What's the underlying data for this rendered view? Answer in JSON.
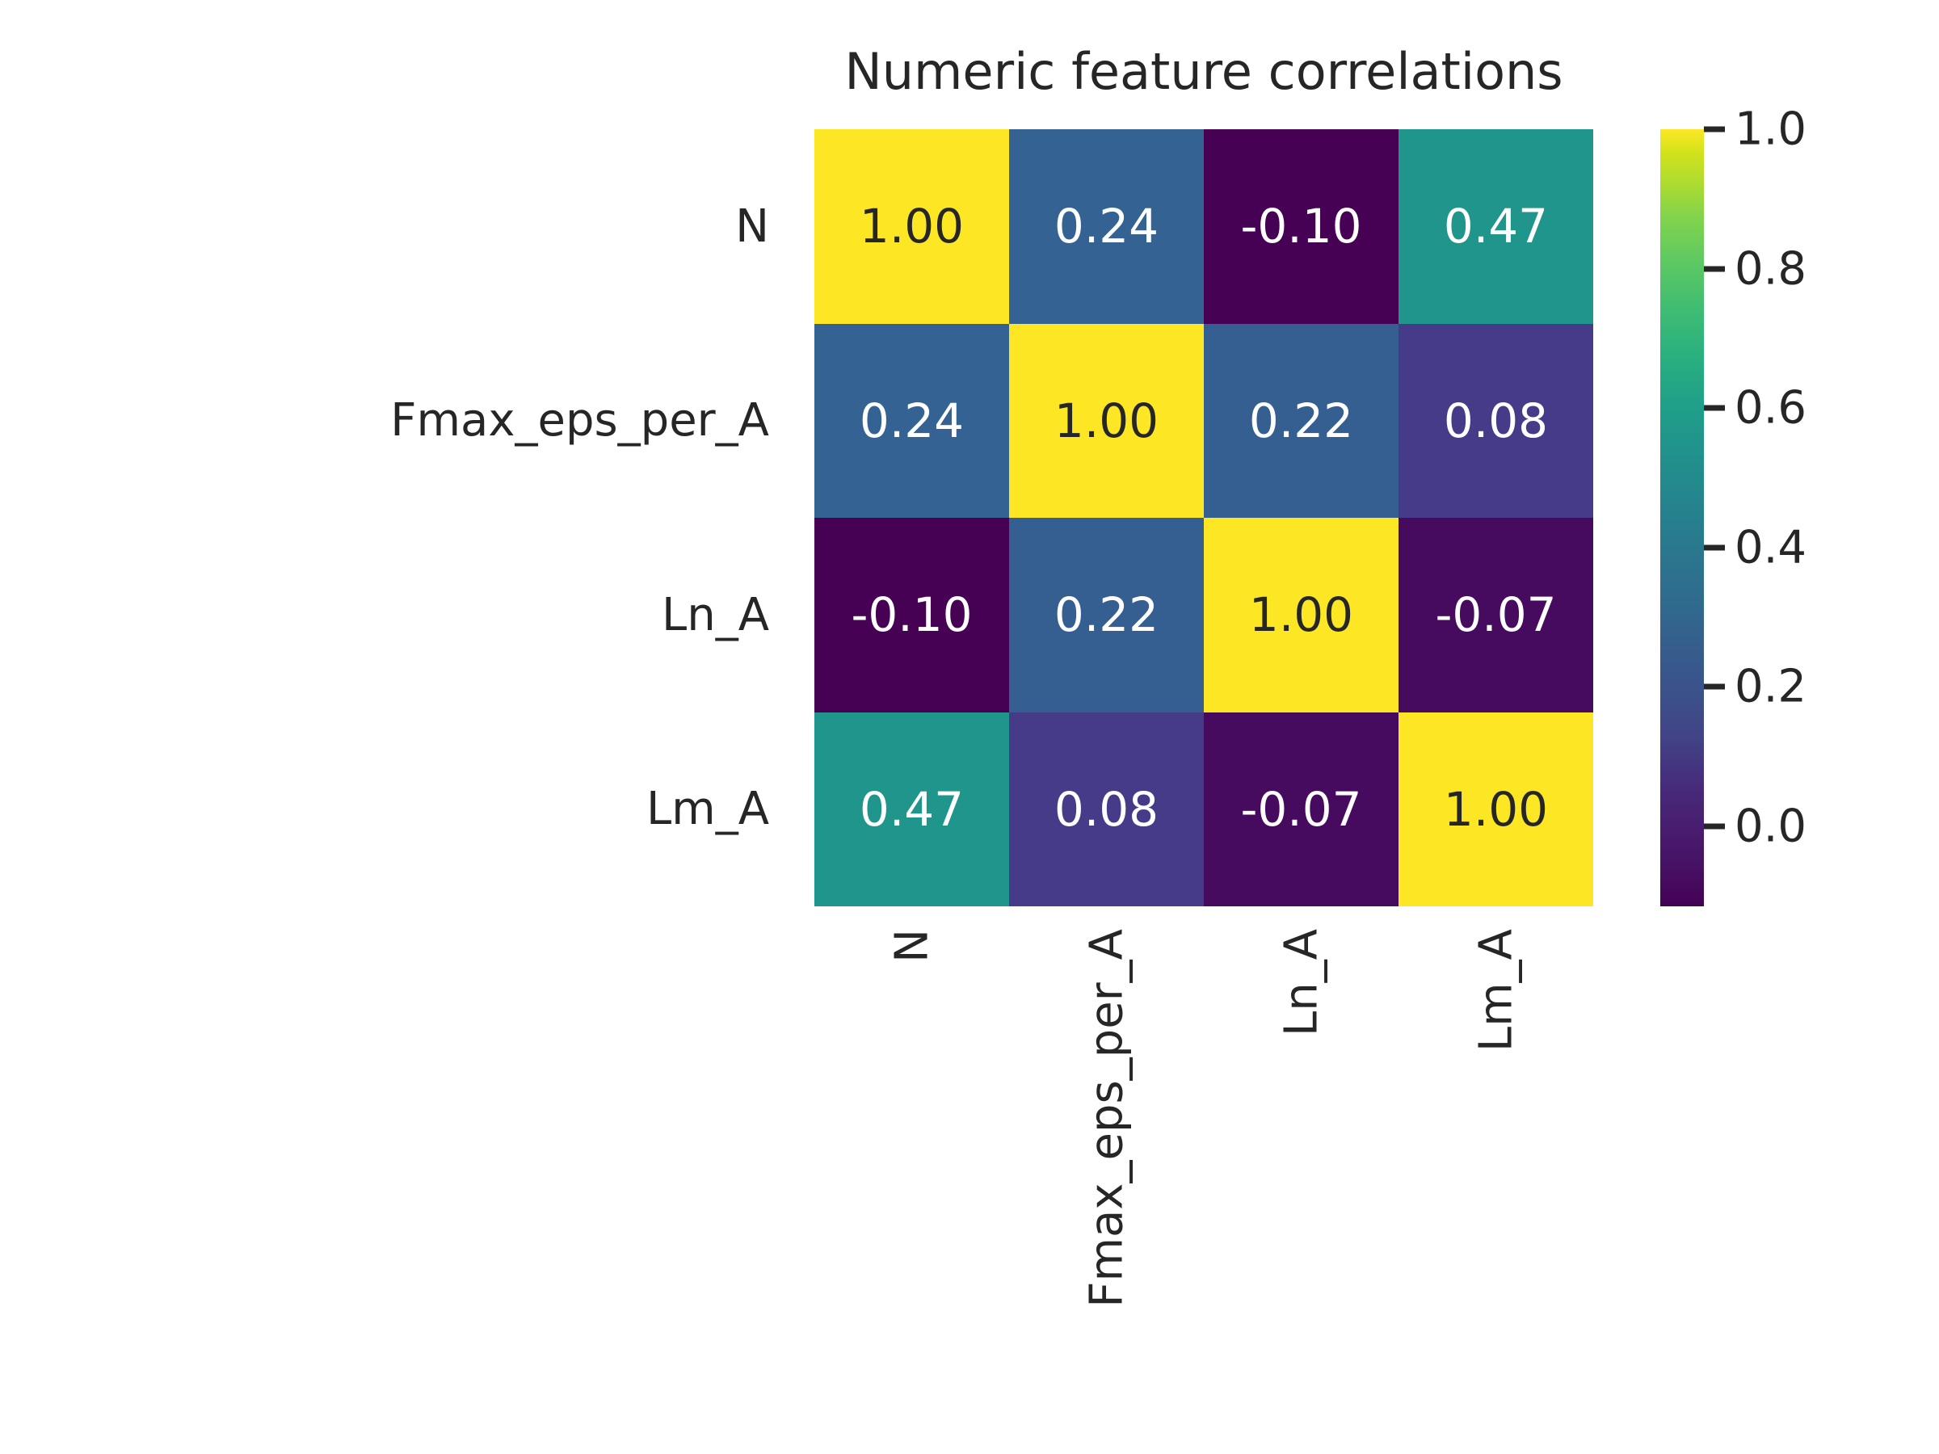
{
  "chart_data": {
    "type": "heatmap",
    "title": "Numeric feature correlations",
    "xlabel": "",
    "ylabel": "",
    "categories": [
      "N",
      "Fmax_eps_per_A",
      "Ln_A",
      "Lm_A"
    ],
    "x_tick_labels": [
      "N",
      "Fmax_eps_per_A",
      "Ln_A",
      "Lm_A"
    ],
    "y_tick_labels": [
      "N",
      "Fmax_eps_per_A",
      "Ln_A",
      "Lm_A"
    ],
    "x_tick_rotation": 90,
    "grid": false,
    "legend": "colorbar-right",
    "colormap": "viridis",
    "vmin": -0.1,
    "vmax": 1.0,
    "matrix": [
      [
        1.0,
        0.24,
        -0.1,
        0.47
      ],
      [
        0.24,
        1.0,
        0.22,
        0.08
      ],
      [
        -0.1,
        0.22,
        1.0,
        -0.07
      ],
      [
        0.47,
        0.08,
        -0.07,
        1.0
      ]
    ],
    "cells": [
      {
        "row": 0,
        "col": 0,
        "row_label": "N",
        "col_label": "N",
        "value": 1.0,
        "text": "1.00",
        "color": "#fde725",
        "text_color": "#262626"
      },
      {
        "row": 0,
        "col": 1,
        "row_label": "N",
        "col_label": "Fmax_eps_per_A",
        "value": 0.24,
        "text": "0.24",
        "color": "#346292",
        "text_color": "#ffffff"
      },
      {
        "row": 0,
        "col": 2,
        "row_label": "N",
        "col_label": "Ln_A",
        "value": -0.1,
        "text": "-0.10",
        "color": "#460154",
        "text_color": "#ffffff"
      },
      {
        "row": 0,
        "col": 3,
        "row_label": "N",
        "col_label": "Lm_A",
        "value": 0.47,
        "text": "0.47",
        "color": "#1f958c",
        "text_color": "#ffffff"
      },
      {
        "row": 1,
        "col": 0,
        "row_label": "Fmax_eps_per_A",
        "col_label": "N",
        "value": 0.24,
        "text": "0.24",
        "color": "#346292",
        "text_color": "#ffffff"
      },
      {
        "row": 1,
        "col": 1,
        "row_label": "Fmax_eps_per_A",
        "col_label": "Fmax_eps_per_A",
        "value": 1.0,
        "text": "1.00",
        "color": "#fde725",
        "text_color": "#262626"
      },
      {
        "row": 1,
        "col": 2,
        "row_label": "Fmax_eps_per_A",
        "col_label": "Ln_A",
        "value": 0.22,
        "text": "0.22",
        "color": "#355f91",
        "text_color": "#ffffff"
      },
      {
        "row": 1,
        "col": 3,
        "row_label": "Fmax_eps_per_A",
        "col_label": "Lm_A",
        "value": 0.08,
        "text": "0.08",
        "color": "#453b88",
        "text_color": "#ffffff"
      },
      {
        "row": 2,
        "col": 0,
        "row_label": "Ln_A",
        "col_label": "N",
        "value": -0.1,
        "text": "-0.10",
        "color": "#460154",
        "text_color": "#ffffff"
      },
      {
        "row": 2,
        "col": 1,
        "row_label": "Ln_A",
        "col_label": "Fmax_eps_per_A",
        "value": 0.22,
        "text": "0.22",
        "color": "#355f91",
        "text_color": "#ffffff"
      },
      {
        "row": 2,
        "col": 2,
        "row_label": "Ln_A",
        "col_label": "Ln_A",
        "value": 1.0,
        "text": "1.00",
        "color": "#fde725",
        "text_color": "#262626"
      },
      {
        "row": 2,
        "col": 3,
        "row_label": "Ln_A",
        "col_label": "Lm_A",
        "value": -0.07,
        "text": "-0.07",
        "color": "#460a5f",
        "text_color": "#ffffff"
      },
      {
        "row": 3,
        "col": 0,
        "row_label": "Lm_A",
        "col_label": "N",
        "value": 0.47,
        "text": "0.47",
        "color": "#1f958c",
        "text_color": "#ffffff"
      },
      {
        "row": 3,
        "col": 1,
        "row_label": "Lm_A",
        "col_label": "Fmax_eps_per_A",
        "value": 0.08,
        "text": "0.08",
        "color": "#453b88",
        "text_color": "#ffffff"
      },
      {
        "row": 3,
        "col": 2,
        "row_label": "Lm_A",
        "col_label": "Ln_A",
        "value": -0.07,
        "text": "-0.07",
        "color": "#460a5f",
        "text_color": "#ffffff"
      },
      {
        "row": 3,
        "col": 3,
        "row_label": "Lm_A",
        "col_label": "Lm_A",
        "value": 1.0,
        "text": "1.00",
        "color": "#fde725",
        "text_color": "#262626"
      }
    ],
    "colorbar": {
      "ticks": [
        1.0,
        0.8,
        0.6,
        0.4,
        0.2,
        0.0
      ],
      "tick_labels": [
        "1.0",
        "0.8",
        "0.6",
        "0.4",
        "0.2",
        "0.0"
      ],
      "range": [
        -0.115,
        1.0
      ],
      "orientation": "vertical",
      "position": "right"
    }
  }
}
